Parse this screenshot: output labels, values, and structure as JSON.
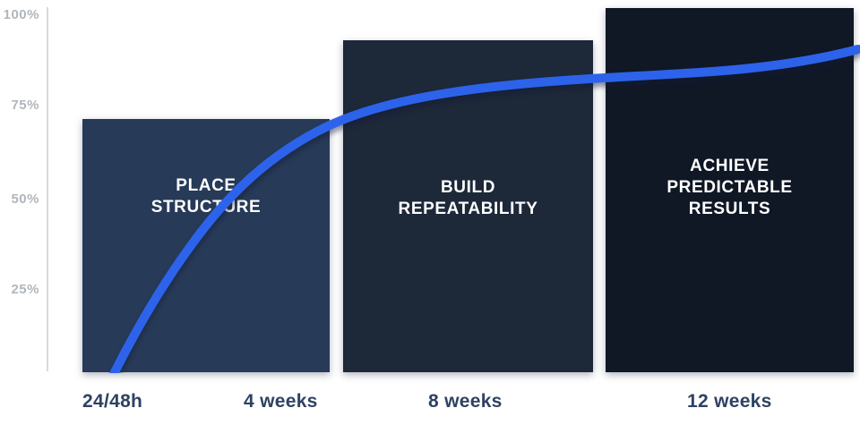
{
  "chart_data": {
    "type": "bar",
    "subtype": "bar-with-line-overlay",
    "title": "",
    "xlabel": "",
    "ylabel": "",
    "categories": [
      "24/48h",
      "4 weeks",
      "8 weeks",
      "12 weeks"
    ],
    "y_axis": {
      "ticks": [
        "100%",
        "75%",
        "50%",
        "25%"
      ],
      "range": [
        0,
        100
      ],
      "unit": "%"
    },
    "grid": false,
    "legend": null,
    "bars": [
      {
        "label": "PLACE\nSTRUCTURE",
        "value_pct": 71,
        "color": "#273a57"
      },
      {
        "label": "BUILD\nREPEATABILITY",
        "value_pct": 93,
        "color": "#1d2839"
      },
      {
        "label": "ACHIEVE\nPREDICTABLE\nRESULTS",
        "value_pct": 100,
        "color": "#101826"
      }
    ],
    "line": {
      "name": "progress-curve",
      "color": "#2d63ea",
      "shape": "steep rise then plateau with slight upturn at end",
      "points": [
        {
          "x": "start",
          "y_pct": 0
        },
        {
          "x": "24/48h",
          "y_pct": 2
        },
        {
          "x": "4 weeks",
          "y_pct": 62
        },
        {
          "x": "8 weeks",
          "y_pct": 79
        },
        {
          "x": "12 weeks",
          "y_pct": 84
        },
        {
          "x": "end",
          "y_pct": 90
        }
      ]
    }
  },
  "colors": {
    "background": "#ffffff",
    "axis_line": "#d9d9db",
    "y_tick_text": "#b1b6bd",
    "x_label_text": "#2e4263",
    "bar_label_text": "#ffffff",
    "curve": "#2d63ea",
    "bar_1": "#273a57",
    "bar_2": "#1d2839",
    "bar_3": "#101826"
  }
}
